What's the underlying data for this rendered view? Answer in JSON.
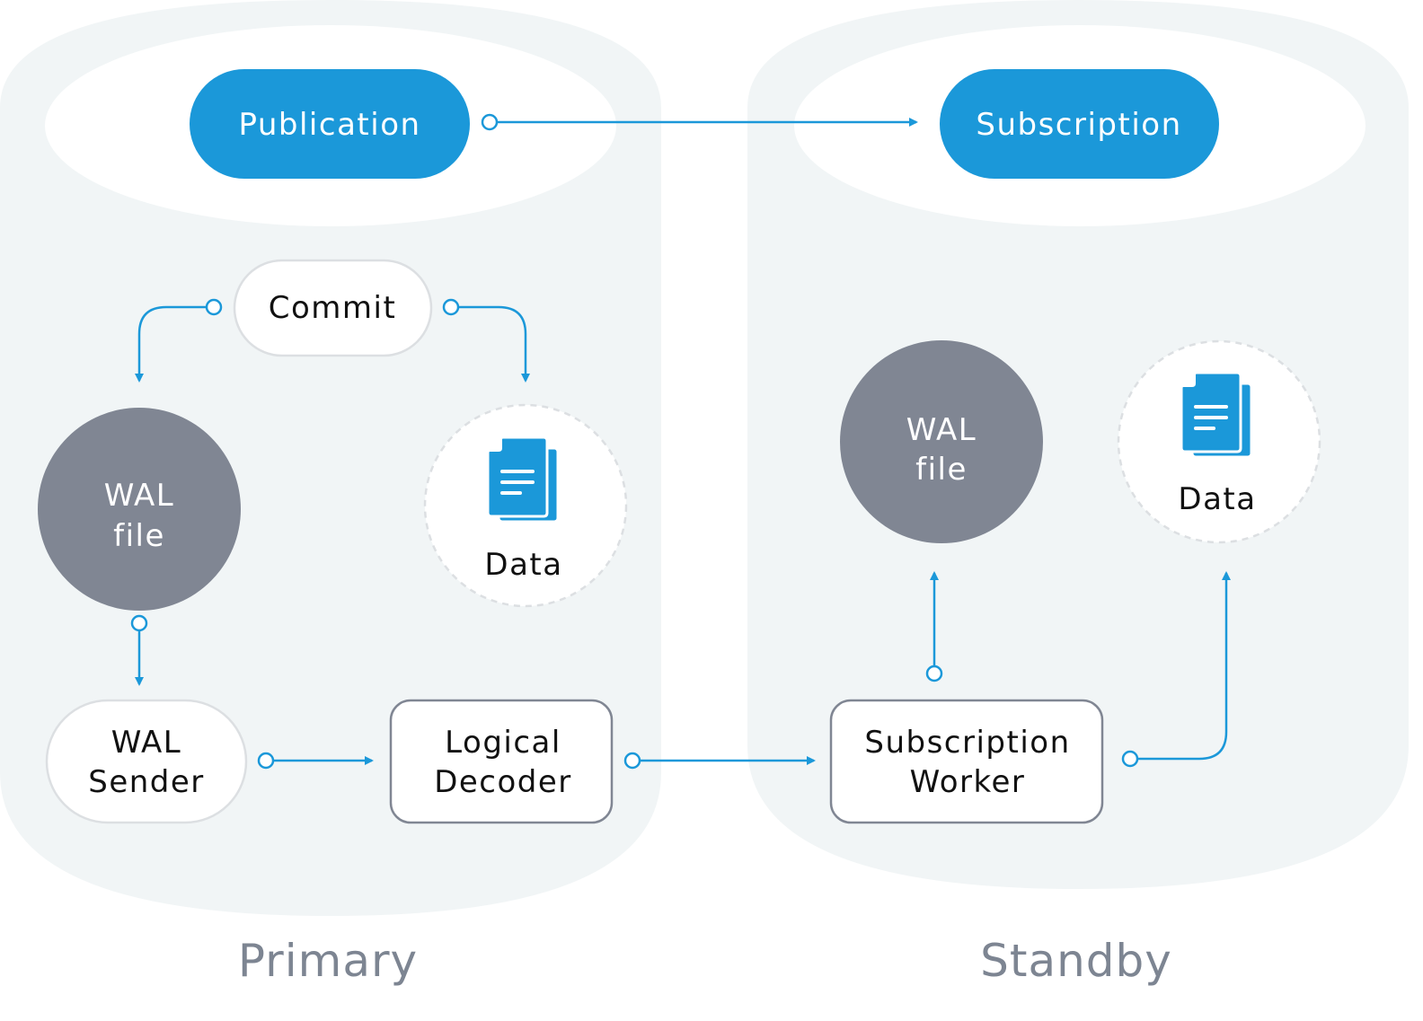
{
  "colors": {
    "accent": "#1b98d9",
    "cylinder_fill": "#f1f5f6",
    "wal_fill": "#808693",
    "zone_label": "#7d8592",
    "node_border_gray": "#808693",
    "node_border_light": "#dcdfe2"
  },
  "primary": {
    "zone_label": "Primary",
    "publication": "Publication",
    "commit": "Commit",
    "wal_file": [
      "WAL",
      "file"
    ],
    "data": "Data",
    "wal_sender": [
      "WAL",
      "Sender"
    ],
    "logical_decoder": [
      "Logical",
      "Decoder"
    ]
  },
  "standby": {
    "zone_label": "Standby",
    "subscription": "Subscription",
    "wal_file": [
      "WAL",
      "file"
    ],
    "data": "Data",
    "subscription_worker": [
      "Subscription",
      "Worker"
    ]
  },
  "icons": {
    "data_primary": "document-icon",
    "data_standby": "document-icon"
  }
}
